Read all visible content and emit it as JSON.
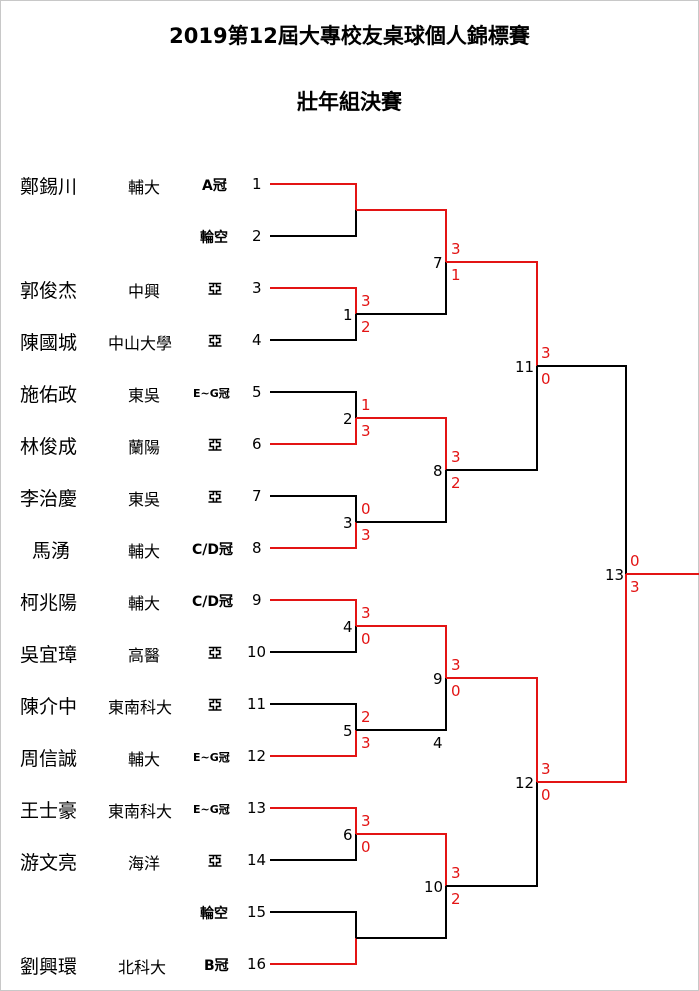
{
  "title": "2019第12屆大專校友桌球個人錦標賽",
  "subtitle": "壯年組決賽",
  "colors": {
    "winner_line": "#e31414",
    "loser_line": "#000000",
    "score": "#e31414"
  },
  "entries": [
    {
      "seed": "1",
      "name": "鄭錫川",
      "school": "輔大",
      "rank": "A冠"
    },
    {
      "seed": "2",
      "name": "",
      "school": "",
      "rank": "輪空"
    },
    {
      "seed": "3",
      "name": "郭俊杰",
      "school": "中興",
      "rank": "亞"
    },
    {
      "seed": "4",
      "name": "陳國城",
      "school": "中山大學",
      "rank": "亞"
    },
    {
      "seed": "5",
      "name": "施佑政",
      "school": "東吳",
      "rank": "E~G冠"
    },
    {
      "seed": "6",
      "name": "林俊成",
      "school": "蘭陽",
      "rank": "亞"
    },
    {
      "seed": "7",
      "name": "李治慶",
      "school": "東吳",
      "rank": "亞"
    },
    {
      "seed": "8",
      "name": "馬湧",
      "school": "輔大",
      "rank": "C/D冠"
    },
    {
      "seed": "9",
      "name": "柯兆陽",
      "school": "輔大",
      "rank": "C/D冠"
    },
    {
      "seed": "10",
      "name": "吳宜璋",
      "school": "高醫",
      "rank": "亞"
    },
    {
      "seed": "11",
      "name": "陳介中",
      "school": "東南科大",
      "rank": "亞"
    },
    {
      "seed": "12",
      "name": "周信誠",
      "school": "輔大",
      "rank": "E~G冠"
    },
    {
      "seed": "13",
      "name": "王士豪",
      "school": "東南科大",
      "rank": "E~G冠"
    },
    {
      "seed": "14",
      "name": "游文亮",
      "school": "海洋",
      "rank": "亞"
    },
    {
      "seed": "15",
      "name": "",
      "school": "",
      "rank": "輪空"
    },
    {
      "seed": "16",
      "name": "劉興環",
      "school": "北科大",
      "rank": "B冠"
    }
  ],
  "matches": {
    "m1": {
      "label": "1",
      "top_score": "3",
      "bottom_score": "2"
    },
    "m2": {
      "label": "2",
      "top_score": "1",
      "bottom_score": "3"
    },
    "m3": {
      "label": "3",
      "top_score": "0",
      "bottom_score": "3"
    },
    "m4": {
      "label": "4",
      "top_score": "3",
      "bottom_score": "0"
    },
    "m5": {
      "label": "5",
      "top_score": "2",
      "bottom_score": "3"
    },
    "m6": {
      "label": "6",
      "top_score": "3",
      "bottom_score": "0"
    },
    "m7": {
      "label": "7",
      "top_score": "3",
      "bottom_score": "1"
    },
    "m8": {
      "label": "8",
      "top_score": "3",
      "bottom_score": "2"
    },
    "m9": {
      "label": "9",
      "top_score": "3",
      "bottom_score": "0",
      "extra_label": "4"
    },
    "m10": {
      "label": "10",
      "top_score": "3",
      "bottom_score": "2"
    },
    "m11": {
      "label": "11",
      "top_score": "3",
      "bottom_score": "0"
    },
    "m12": {
      "label": "12",
      "top_score": "3",
      "bottom_score": "0"
    },
    "m13": {
      "label": "13",
      "top_score": "0",
      "bottom_score": "3"
    }
  }
}
